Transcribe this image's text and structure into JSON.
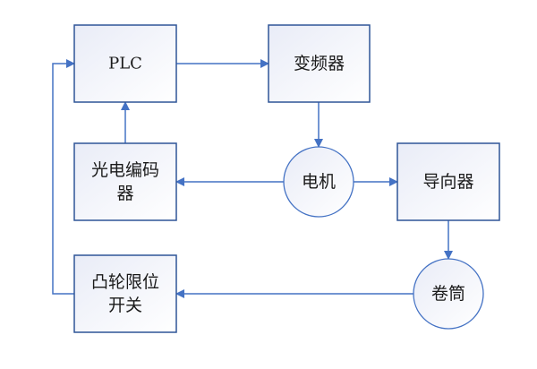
{
  "diagram": {
    "type": "block-flow",
    "colors": {
      "border": "#2F5597",
      "connector": "#4472C4",
      "fill_top": "#E9ECF7",
      "fill_bottom": "#FFFFFF",
      "text": "#1a1a1a"
    },
    "nodes": [
      {
        "id": "plc",
        "shape": "rect",
        "lines": [
          "PLC"
        ]
      },
      {
        "id": "inverter",
        "shape": "rect",
        "lines": [
          "变频器"
        ]
      },
      {
        "id": "encoder",
        "shape": "rect",
        "lines": [
          "光电编码",
          "器"
        ]
      },
      {
        "id": "motor",
        "shape": "circle",
        "lines": [
          "电机"
        ]
      },
      {
        "id": "guide",
        "shape": "rect",
        "lines": [
          "导向器"
        ]
      },
      {
        "id": "cam-switch",
        "shape": "rect",
        "lines": [
          "凸轮限位",
          "开关"
        ]
      },
      {
        "id": "drum",
        "shape": "circle",
        "lines": [
          "卷筒"
        ]
      }
    ],
    "edges": [
      {
        "from": "plc",
        "to": "inverter"
      },
      {
        "from": "inverter",
        "to": "motor"
      },
      {
        "from": "motor",
        "to": "encoder"
      },
      {
        "from": "motor",
        "to": "guide"
      },
      {
        "from": "encoder",
        "to": "plc"
      },
      {
        "from": "guide",
        "to": "drum"
      },
      {
        "from": "drum",
        "to": "cam-switch"
      },
      {
        "from": "cam-switch",
        "to": "plc"
      }
    ]
  }
}
